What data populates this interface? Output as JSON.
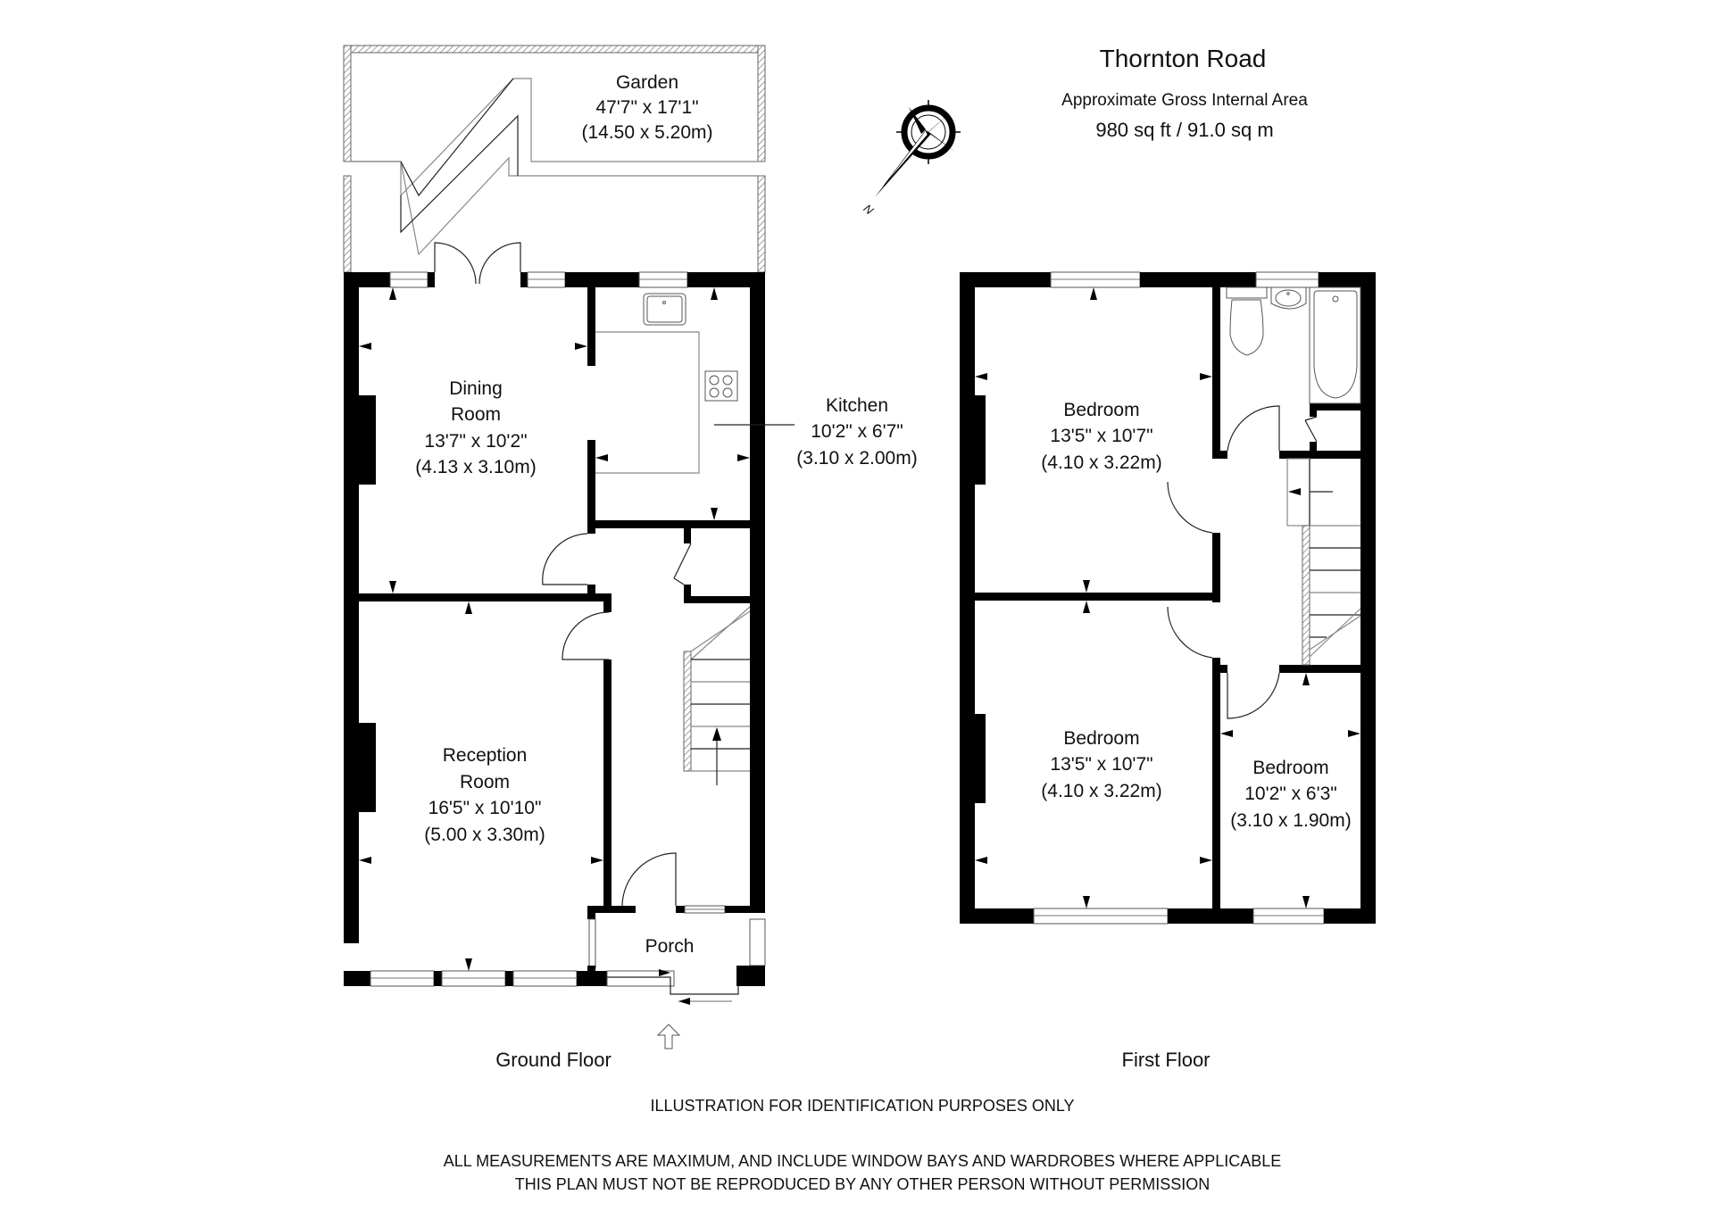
{
  "header": {
    "title": "Thornton Road",
    "subtitle": "Approximate Gross Internal Area",
    "area": "980 sq ft  /  91.0 sq m"
  },
  "compass": {
    "icon": "compass-rose-icon",
    "label": "N"
  },
  "ground_floor": {
    "label": "Ground Floor",
    "rooms": [
      {
        "name": "Garden",
        "name2": "",
        "imperial": "47'7\" x 17'1\"",
        "metric": "(14.50 x 5.20m)"
      },
      {
        "name": "Dining",
        "name2": "Room",
        "imperial": "13'7\" x 10'2\"",
        "metric": "(4.13 x 3.10m)"
      },
      {
        "name": "Kitchen",
        "name2": "",
        "imperial": "10'2\" x 6'7\"",
        "metric": "(3.10 x 2.00m)"
      },
      {
        "name": "Reception",
        "name2": "Room",
        "imperial": "16'5\" x 10'10\"",
        "metric": "(5.00 x 3.30m)"
      },
      {
        "name": "Porch",
        "name2": "",
        "imperial": "",
        "metric": ""
      }
    ]
  },
  "first_floor": {
    "label": "First Floor",
    "rooms": [
      {
        "name": "Bedroom",
        "imperial": "13'5\" x 10'7\"",
        "metric": "(4.10 x 3.22m)"
      },
      {
        "name": "Bedroom",
        "imperial": "13'5\" x 10'7\"",
        "metric": "(4.10 x 3.22m)"
      },
      {
        "name": "Bedroom",
        "imperial": "10'2\" x 6'3\"",
        "metric": "(3.10 x 1.90m)"
      }
    ]
  },
  "footer": {
    "line1": "ILLUSTRATION FOR IDENTIFICATION PURPOSES ONLY",
    "line2": "ALL MEASUREMENTS ARE MAXIMUM, AND INCLUDE WINDOW BAYS AND WARDROBES WHERE APPLICABLE",
    "line3": "THIS PLAN MUST NOT BE REPRODUCED BY ANY OTHER PERSON WITHOUT PERMISSION"
  }
}
